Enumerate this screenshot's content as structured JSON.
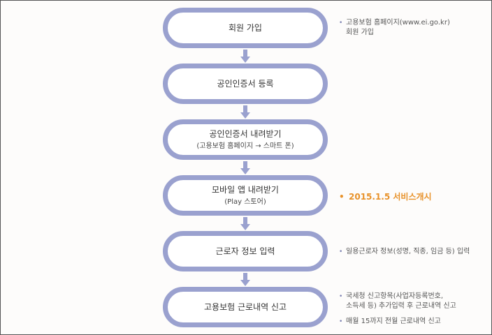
{
  "steps": [
    {
      "title": "회원 가입",
      "sub": ""
    },
    {
      "title": "공인인증서 등록",
      "sub": ""
    },
    {
      "title": "공인인증서 내려받기",
      "sub": "(고용보험 홈페이지 → 스마트 폰)"
    },
    {
      "title": "모바일 앱 내려받기",
      "sub": "(Play 스토어)"
    },
    {
      "title": "근로자 정보 입력",
      "sub": ""
    },
    {
      "title": "고용보험 근로내역 신고",
      "sub": ""
    }
  ],
  "notes": {
    "n1_line1": "고용보험 홈페이지(www.ei.go.kr)",
    "n1_line2": "회원 가입",
    "n2": "2015.1.5 서비스개시",
    "n3": "일용근로자 정보(성명, 직종, 임금 등) 입력",
    "n4_line1": "국세청 신고항목(사업자등록번호,",
    "n4_line2": "소득세 등) 추가입력 후 근로내역 신고",
    "n5": "매월 15까지 전월 근로내역 신고"
  },
  "colors": {
    "step_border": "#9aa1cf",
    "highlight": "#e8922a"
  },
  "icons": {
    "arrow": "arrow-down-icon",
    "bullet": "bullet-icon"
  }
}
